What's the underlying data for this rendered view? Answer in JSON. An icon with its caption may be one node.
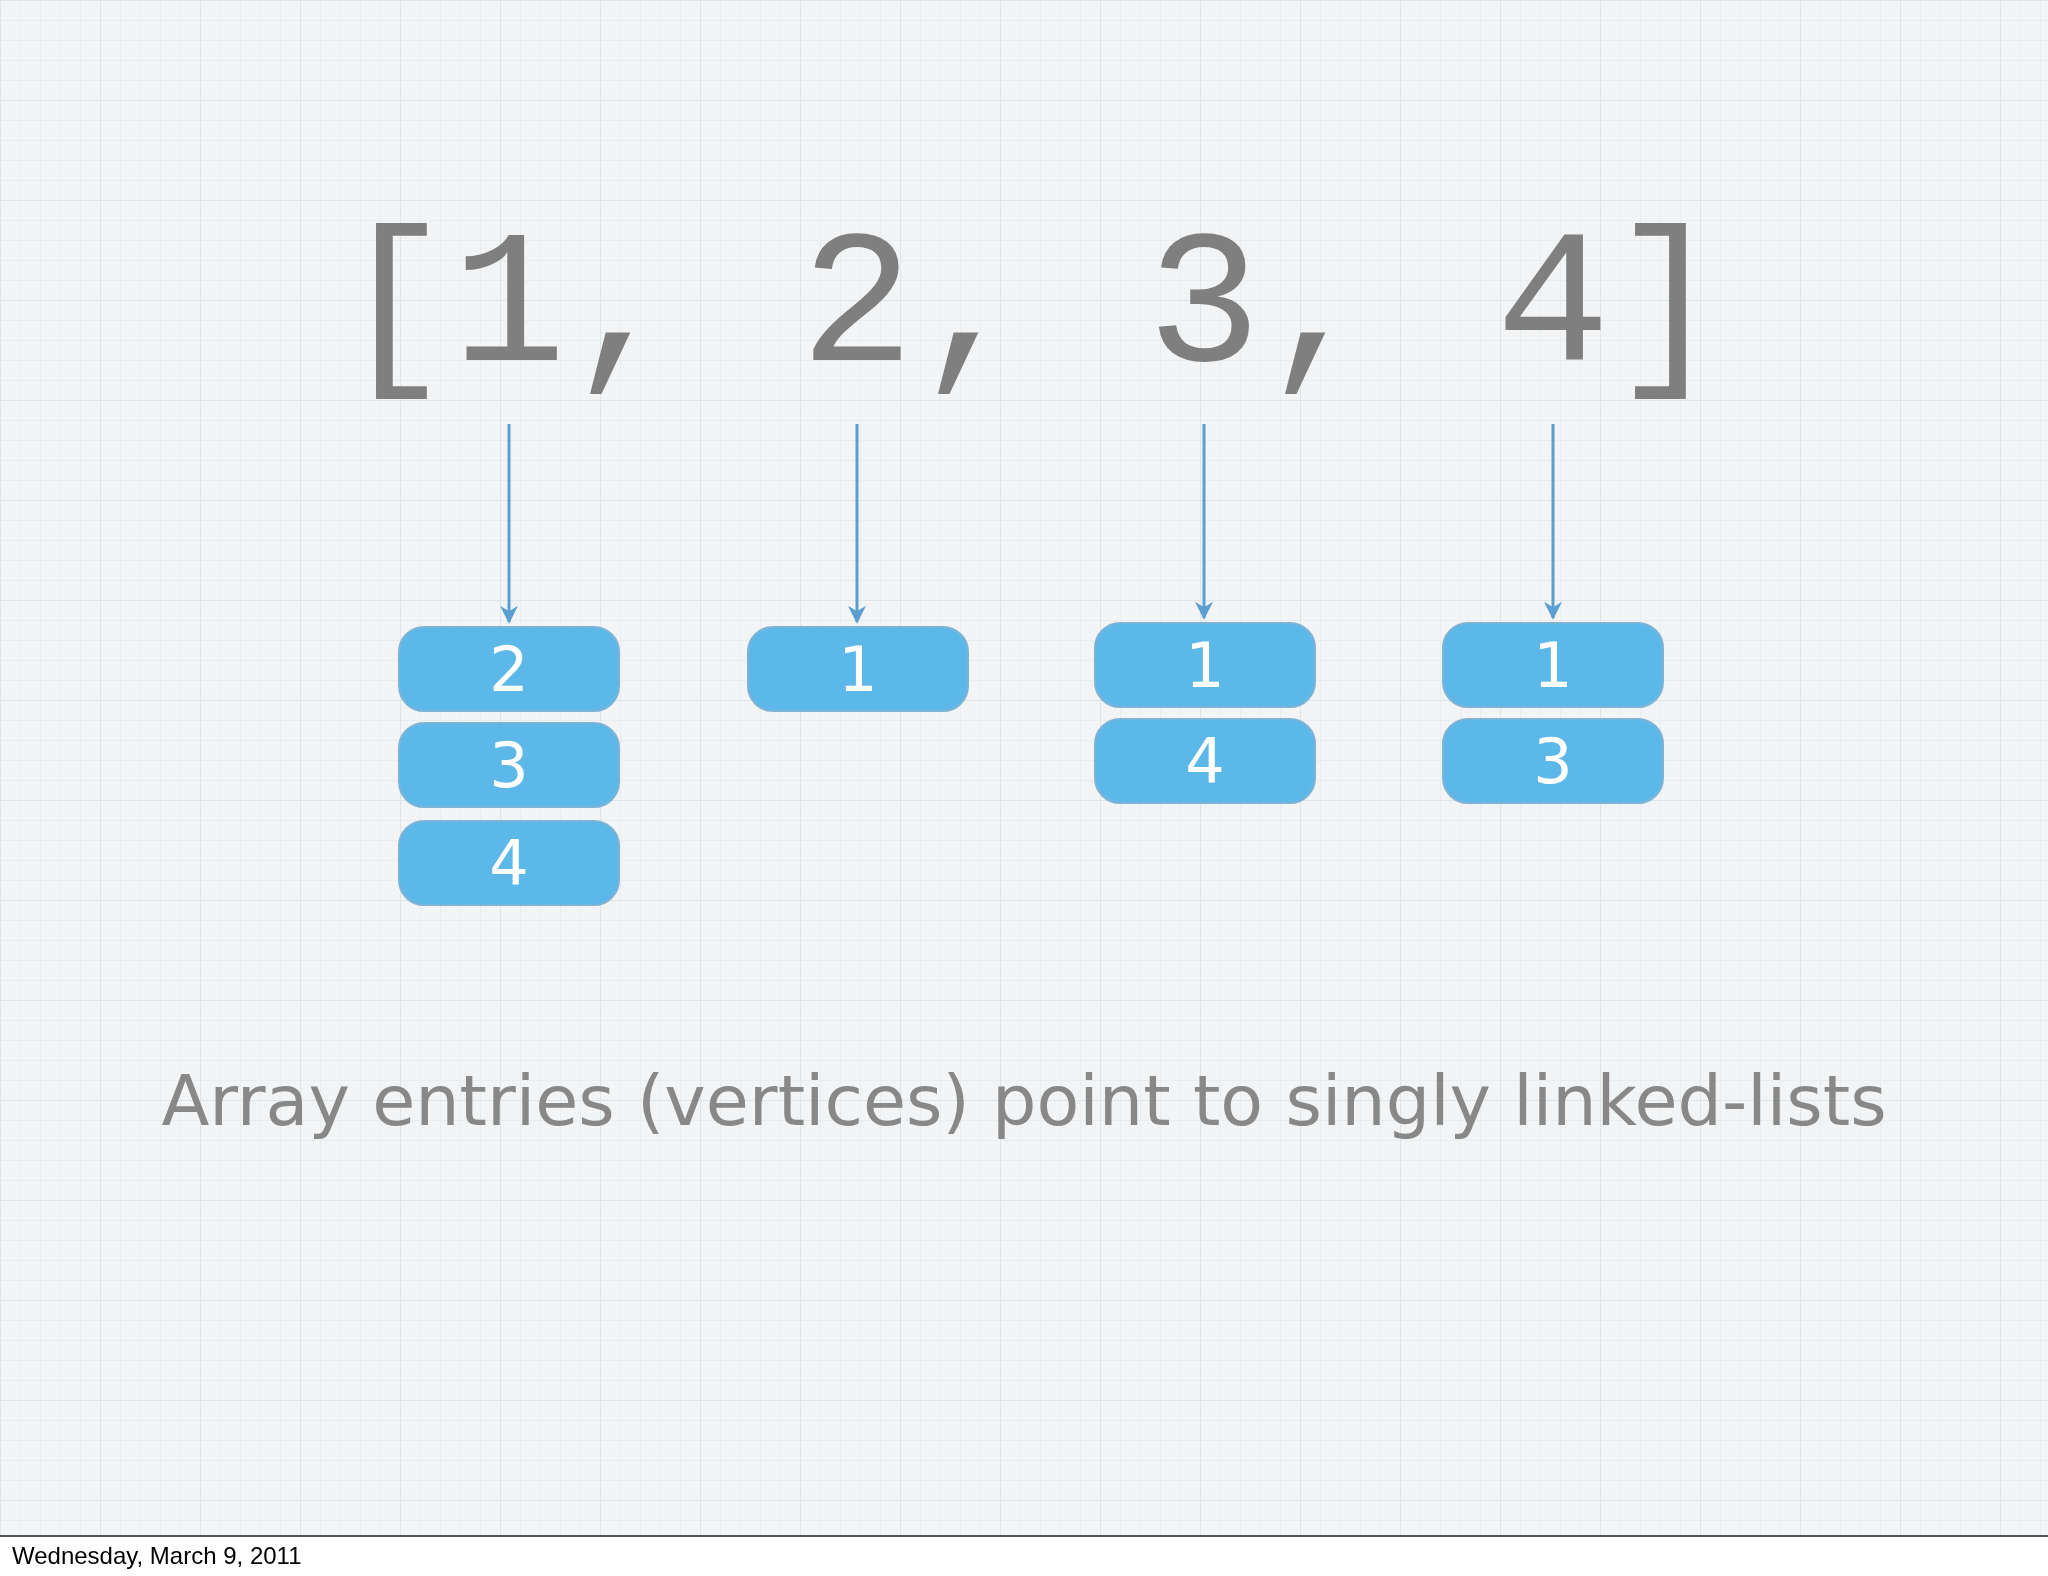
{
  "diagram": {
    "caption": "Array entries (vertices) point to singly linked-lists",
    "nodes": [
      {
        "text": [
          "[1,"
        ]
      },
      {
        "text": [
          "2,"
        ]
      },
      {
        "text": [
          "3,"
        ]
      },
      {
        "text": [
          "4]"
        ]
      },
      {
        "text": [
          "2"
        ]
      },
      {
        "text": [
          "3"
        ]
      },
      {
        "text": [
          "4"
        ]
      },
      {
        "text": [
          "1"
        ]
      },
      {
        "text": [
          "1"
        ]
      },
      {
        "text": [
          "4"
        ]
      },
      {
        "text": [
          "1"
        ]
      },
      {
        "text": [
          "3"
        ]
      }
    ],
    "edges": [
      {
        "from": 0,
        "to": 4,
        "arrow": "to"
      },
      {
        "from": 1,
        "to": 7,
        "arrow": "to"
      },
      {
        "from": 2,
        "to": 8,
        "arrow": "to"
      },
      {
        "from": 3,
        "to": 10,
        "arrow": "to"
      }
    ],
    "labels": [
      "Wednesday, March 9, 2011"
    ]
  }
}
